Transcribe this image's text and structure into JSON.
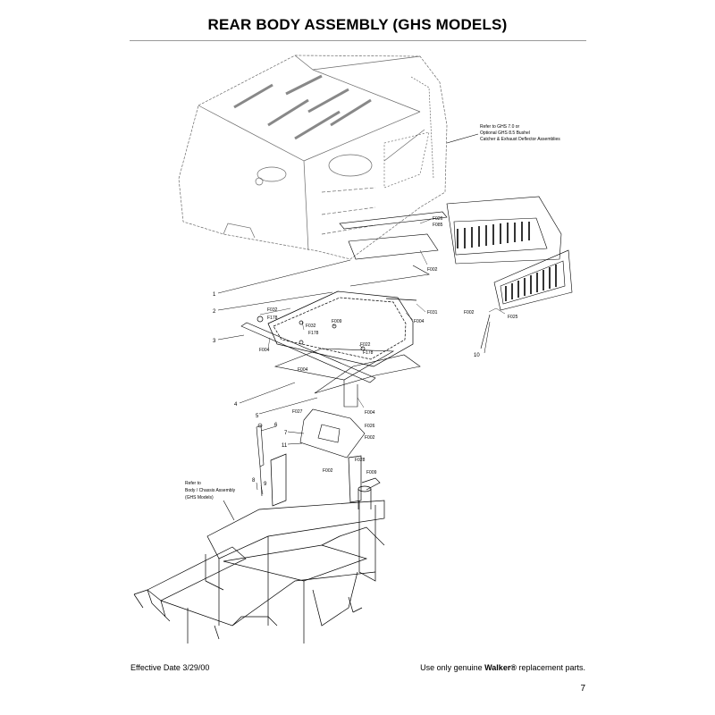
{
  "title": "REAR BODY ASSEMBLY (GHS MODELS)",
  "callouts": {
    "ghs_refer": [
      "Refer to GHS 7.0 or",
      "Optional GHS 8.5 Bushel",
      "Catcher & Exhaust Deflector Assemblies"
    ],
    "chassis_refer": [
      "Refer to",
      "Body / Chassis Assembly",
      "(GHS Models)"
    ]
  },
  "item_numbers": [
    "1",
    "2",
    "3",
    "4",
    "5",
    "6",
    "7",
    "8",
    "9",
    "10",
    "11"
  ],
  "part_codes": {
    "F026a": "F026",
    "F085": "F085",
    "F002a": "F002",
    "F031": "F031",
    "F004a": "F004",
    "F032a": "F032",
    "F178a": "F178",
    "F032b": "F032",
    "F178b": "F178",
    "F009a": "F009",
    "F004b": "F004",
    "F022": "F022",
    "F178c": "F178",
    "F004c": "F004",
    "F004d": "F004",
    "F002b": "F002",
    "F025": "F025",
    "F027": "F027",
    "F026b": "F026",
    "F002c": "F002",
    "F028": "F028",
    "F002d": "F002",
    "F009b": "F009"
  },
  "footer": {
    "effective_date": "Effective Date 3/29/00",
    "replacement_prefix": "Use only genuine ",
    "brand": "Walker®",
    "replacement_suffix": " replacement parts."
  },
  "page_number": "7"
}
